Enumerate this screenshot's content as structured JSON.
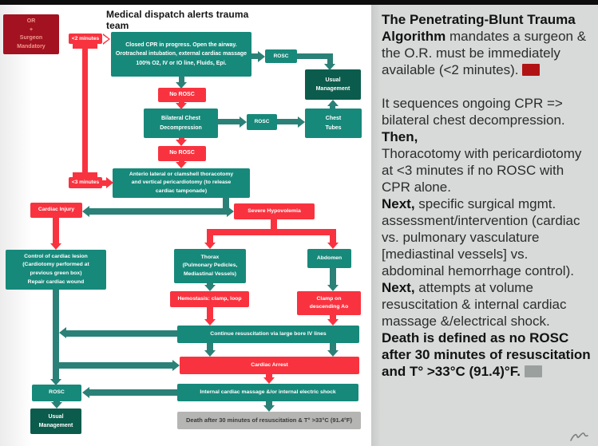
{
  "flowchart": {
    "title": "Medical dispatch alerts trauma team",
    "nodes": {
      "or_surgeon": "OR\n+\nSurgeon\nMandatory",
      "lt2min": "<2 minutes",
      "closed_cpr": "Closed CPR in progress. Open the airway.\nOrotracheal intubation, external cardiac massage\n100% O2, IV or IO line, Fluids, Epi.",
      "rosc1": "ROSC",
      "usual_mgmt1": "Usual\nManagement",
      "no_rosc1": "No ROSC",
      "bilateral": "Bilateral Chest\nDecompression",
      "rosc2": "ROSC",
      "chest_tubes": "Chest\nTubes",
      "no_rosc2": "No ROSC",
      "lt3min": "<3 minutes",
      "thoracotomy": "Anterio lateral or clamshell thoracotomy\nand vertical pericardiotomy (to release\ncardiac tamponade)",
      "cardiac_injury": "Cardiac Injury",
      "severe_hypovolemia": "Severe Hypovolemia",
      "control_lesion": "Control of cardiac lesion\n(Cardiotomy performed at\nprevious green box)\nRepair cardiac wound",
      "thorax": "Thorax\n(Pulmonary Pedicles,\nMediastinal Vessels)",
      "abdomen": "Abdomen",
      "hemostasis": "Hemostasis: clamp, loop",
      "clamp_ao": "Clamp on\ndescending Ao",
      "continue_resusc": "Continue resuscitation via large bore IV lines",
      "cardiac_arrest": "Cardiac Arrest",
      "rosc3": "ROSC",
      "internal_massage": "Internal cardiac massage &/or internal electric shock",
      "usual_mgmt2": "Usual\nManagement",
      "death": "Death after 30 minutes of resuscitation & T° >33°C (91.4°F)"
    }
  },
  "panel": {
    "p1_bold": "The Penetrating-Blunt Trauma Algorithm",
    "p1_text": " mandates a surgeon & the O.R. must be immediately available (<2 minutes). ",
    "p2_text": "It sequences ongoing CPR => bilateral chest decompression.",
    "p3_bold": "Then,",
    "p3_text": "Thoracotomy with pericardiotomy at <3 minutes if no ROSC with CPR alone.",
    "p4_bold": "Next,",
    "p4_text": " specific surgical mgmt. assessment/intervention (cardiac vs. pulmonary vasculature [mediastinal vessels] vs. abdominal hemorrhage control).",
    "p5_bold": "Next,",
    "p5_text": " attempts at volume resuscitation & internal cardiac massage &/electrical shock.",
    "p6_bold": "Death is defined as no ROSC after 30 minutes of resuscitation and T° >33°C (91.4)°F. "
  },
  "colors": {
    "teal_box": "#17897b",
    "dark_teal_box": "#0b5c4c",
    "red_box": "#f8333f",
    "dark_red_box": "#a31220",
    "gray_box": "#b5b6b3",
    "panel_background": "#d8dad9",
    "red_marker": "#b11315",
    "gray_marker": "#9aa09d"
  }
}
